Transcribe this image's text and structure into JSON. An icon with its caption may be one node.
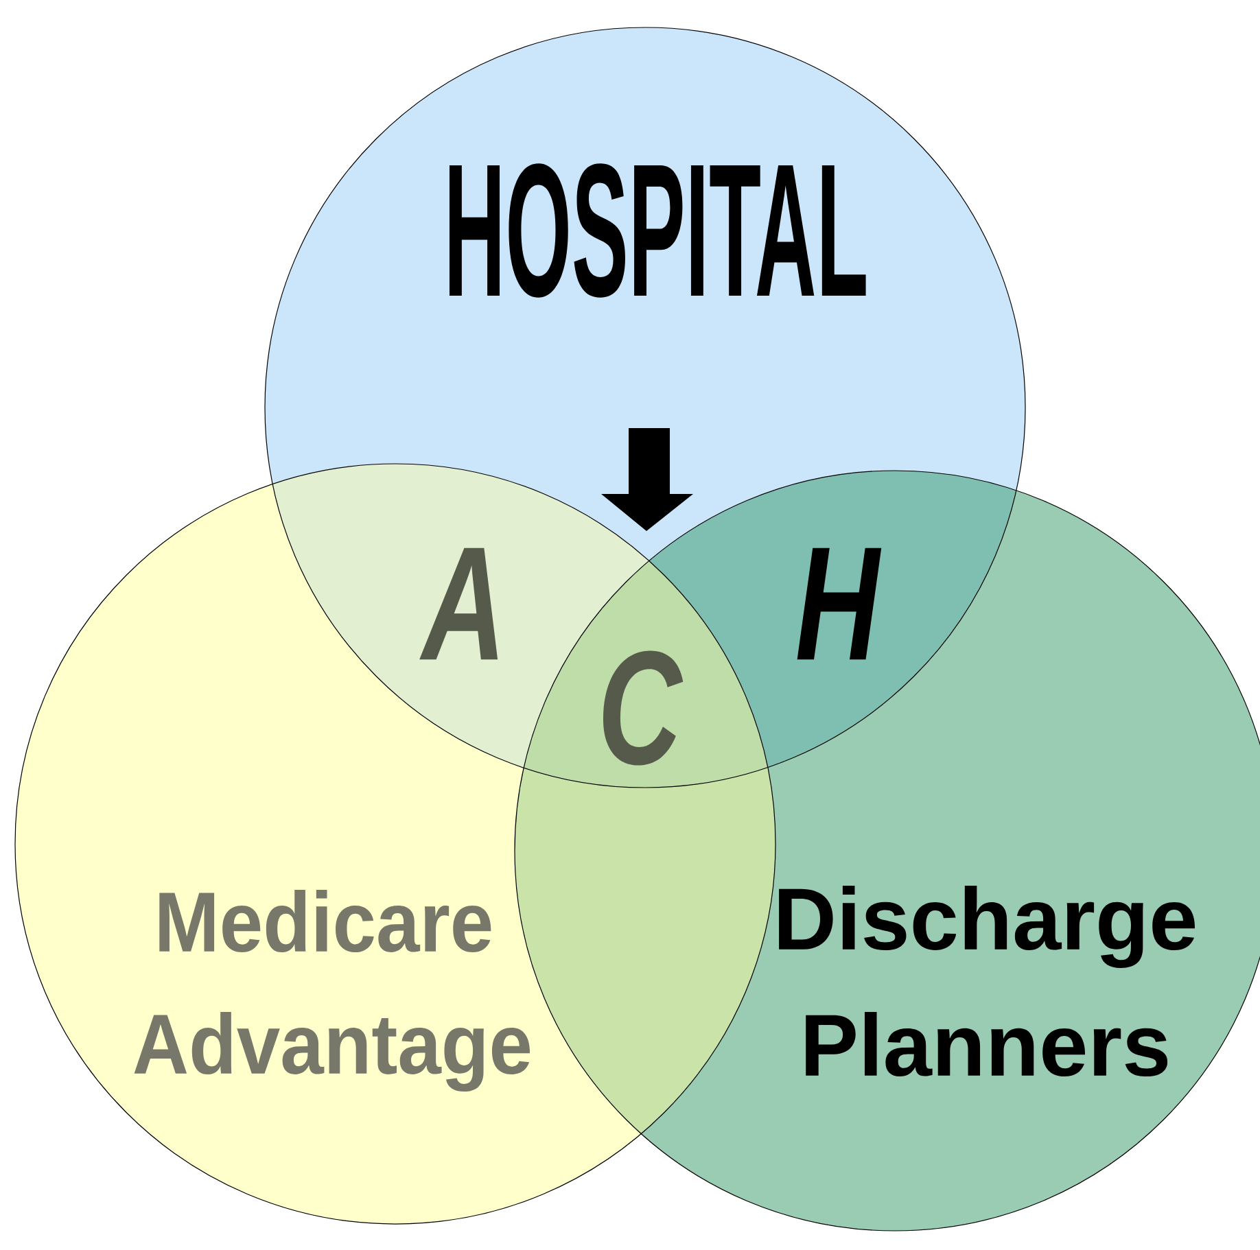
{
  "diagram": {
    "nodes": [
      {
        "text": [
          "HOSPITAL"
        ]
      },
      {
        "text": [
          "Medicare Advantage"
        ]
      },
      {
        "text": [
          "Discharge Planners"
        ]
      }
    ],
    "labels": [
      "A",
      "H",
      "C"
    ]
  }
}
